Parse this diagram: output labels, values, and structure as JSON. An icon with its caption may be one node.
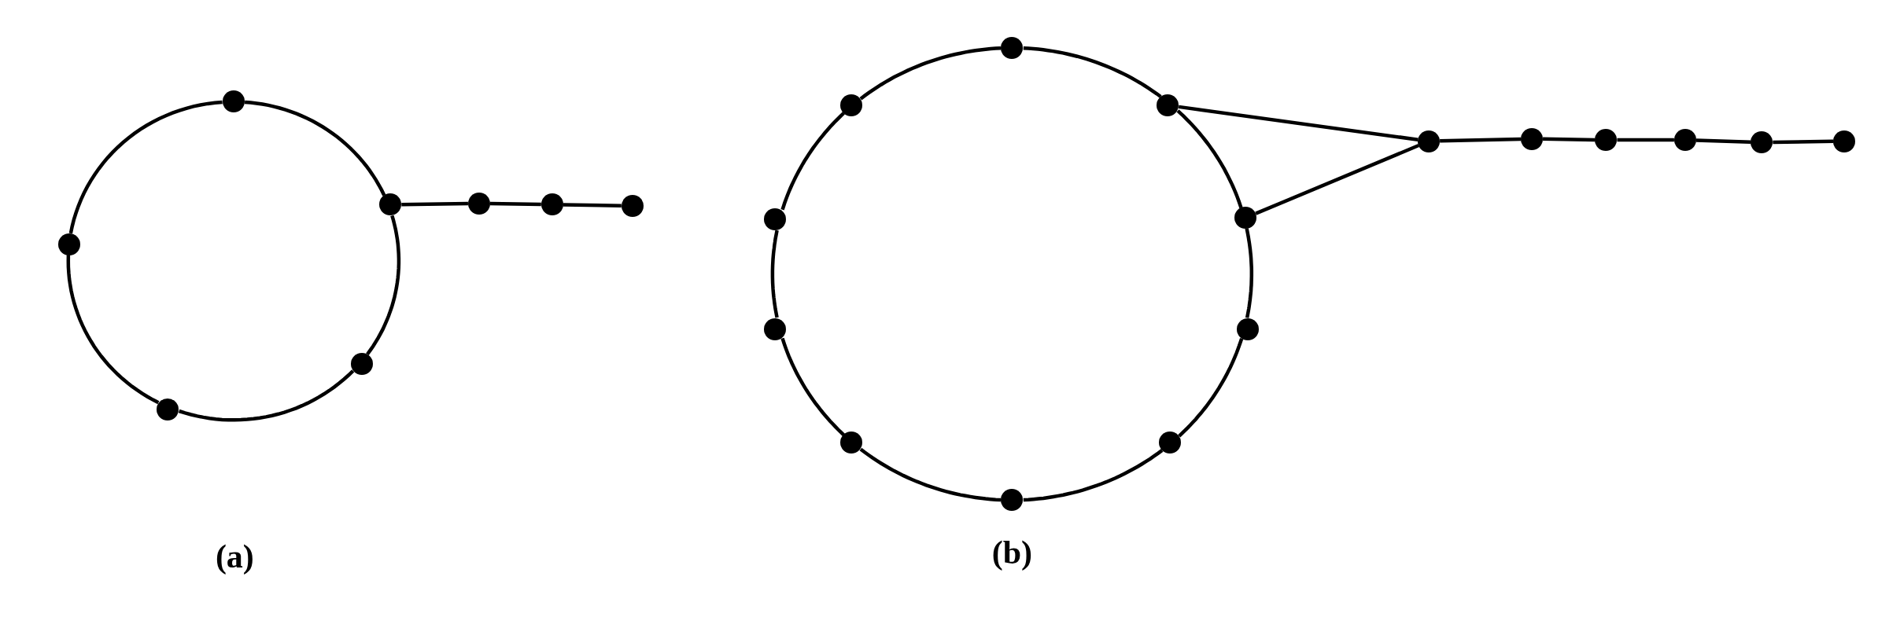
{
  "diagram": {
    "nodes": [
      {
        "text": [],
        "shape": "circle"
      },
      {
        "text": [],
        "shape": "circle"
      },
      {
        "text": [],
        "shape": "circle"
      },
      {
        "text": [],
        "shape": "circle"
      },
      {
        "text": [],
        "shape": "circle"
      },
      {
        "text": [],
        "shape": "circle"
      },
      {
        "text": [],
        "shape": "circle"
      },
      {
        "text": [],
        "shape": "circle"
      },
      {
        "text": [],
        "shape": "circle"
      },
      {
        "text": [],
        "shape": "circle"
      },
      {
        "text": [],
        "shape": "circle"
      },
      {
        "text": [],
        "shape": "circle"
      },
      {
        "text": [],
        "shape": "circle"
      },
      {
        "text": [],
        "shape": "circle"
      },
      {
        "text": [],
        "shape": "circle"
      },
      {
        "text": [],
        "shape": "circle"
      },
      {
        "text": [],
        "shape": "circle"
      },
      {
        "text": [],
        "shape": "circle"
      },
      {
        "text": [],
        "shape": "circle"
      },
      {
        "text": [],
        "shape": "circle"
      },
      {
        "text": [],
        "shape": "circle"
      },
      {
        "text": [],
        "shape": "circle"
      },
      {
        "text": [],
        "shape": "circle"
      },
      {
        "text": [],
        "shape": "circle"
      }
    ],
    "edges": [
      {
        "from": 1,
        "to": 4,
        "arrow": "none"
      },
      {
        "from": 4,
        "to": 3,
        "arrow": "none"
      },
      {
        "from": 3,
        "to": 2,
        "arrow": "none"
      },
      {
        "from": 2,
        "to": 0,
        "arrow": "none"
      },
      {
        "from": 0,
        "to": 1,
        "arrow": "none"
      },
      {
        "from": 4,
        "to": 5,
        "arrow": "none"
      },
      {
        "from": 5,
        "to": 6,
        "arrow": "none"
      },
      {
        "from": 6,
        "to": 7,
        "arrow": "none"
      },
      {
        "from": 12,
        "to": 14,
        "arrow": "none"
      },
      {
        "from": 14,
        "to": 16,
        "arrow": "none"
      },
      {
        "from": 16,
        "to": 17,
        "arrow": "none"
      },
      {
        "from": 17,
        "to": 15,
        "arrow": "none"
      },
      {
        "from": 15,
        "to": 13,
        "arrow": "none"
      },
      {
        "from": 13,
        "to": 11,
        "arrow": "none"
      },
      {
        "from": 11,
        "to": 9,
        "arrow": "none"
      },
      {
        "from": 9,
        "to": 8,
        "arrow": "none"
      },
      {
        "from": 8,
        "to": 10,
        "arrow": "none"
      },
      {
        "from": 10,
        "to": 12,
        "arrow": "none"
      },
      {
        "from": 14,
        "to": 18,
        "arrow": "none"
      },
      {
        "from": 16,
        "to": 18,
        "arrow": "none"
      },
      {
        "from": 18,
        "to": 19,
        "arrow": "none"
      },
      {
        "from": 19,
        "to": 20,
        "arrow": "none"
      },
      {
        "from": 20,
        "to": 21,
        "arrow": "none"
      },
      {
        "from": 21,
        "to": 22,
        "arrow": "none"
      },
      {
        "from": 22,
        "to": 23,
        "arrow": "none"
      }
    ],
    "labels": [
      "(a)",
      "(b)"
    ]
  }
}
